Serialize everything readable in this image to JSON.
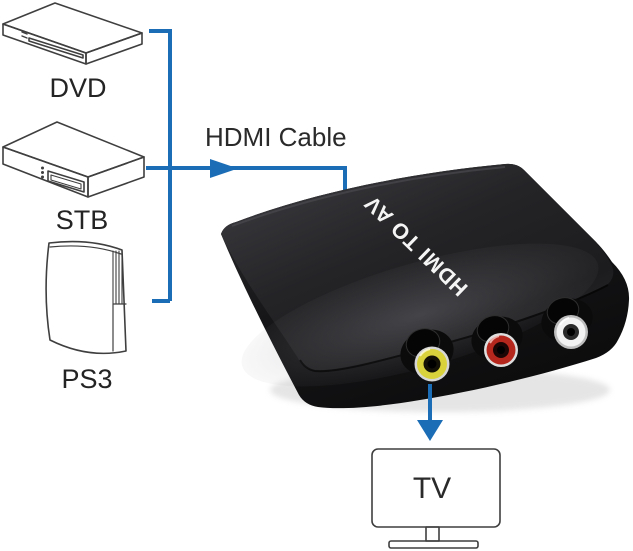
{
  "devices": {
    "dvd": {
      "label": "DVD"
    },
    "stb": {
      "label": "STB"
    },
    "ps3": {
      "label": "PS3"
    },
    "tv": {
      "label": "TV"
    }
  },
  "cable": {
    "label": "HDMI Cable"
  },
  "converter": {
    "label": "HDMI TO AV",
    "jacks": [
      {
        "name": "composite-video",
        "color": "#d9d23c"
      },
      {
        "name": "audio-right",
        "color": "#b5271d"
      },
      {
        "name": "audio-left",
        "color": "#f2f2f2"
      }
    ]
  },
  "colors": {
    "connector_blue": "#1b6db5",
    "line_art": "#3f3f3f",
    "label_text": "#242424",
    "converter_body": "#1a1a1a",
    "converter_label_text": "#f5f5f5",
    "background": "#ffffff"
  }
}
